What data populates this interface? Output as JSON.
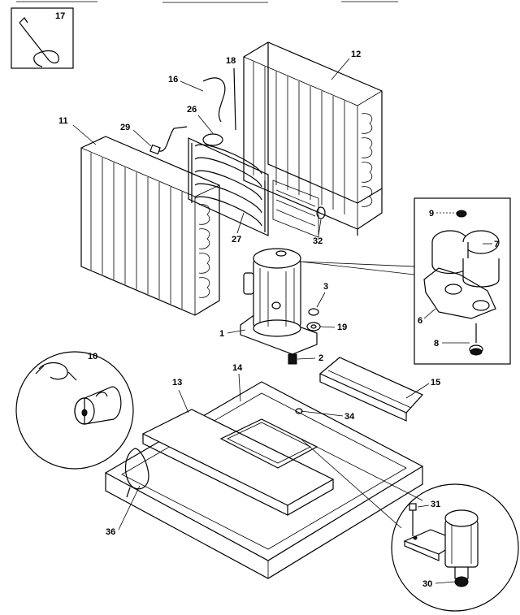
{
  "callouts": {
    "c1": "1",
    "c2": "2",
    "c3": "3",
    "c6": "6",
    "c7": "7",
    "c8": "8",
    "c9": "9",
    "c10": "10",
    "c11": "11",
    "c12": "12",
    "c13": "13",
    "c14": "14",
    "c15": "15",
    "c16": "16",
    "c17": "17",
    "c18": "18",
    "c19": "19",
    "c26": "26",
    "c27": "27",
    "c29": "29",
    "c30": "30",
    "c31": "31",
    "c32": "32",
    "c34": "34",
    "c36": "36"
  },
  "colors": {
    "ink": "#000000",
    "paper": "#ffffff"
  }
}
